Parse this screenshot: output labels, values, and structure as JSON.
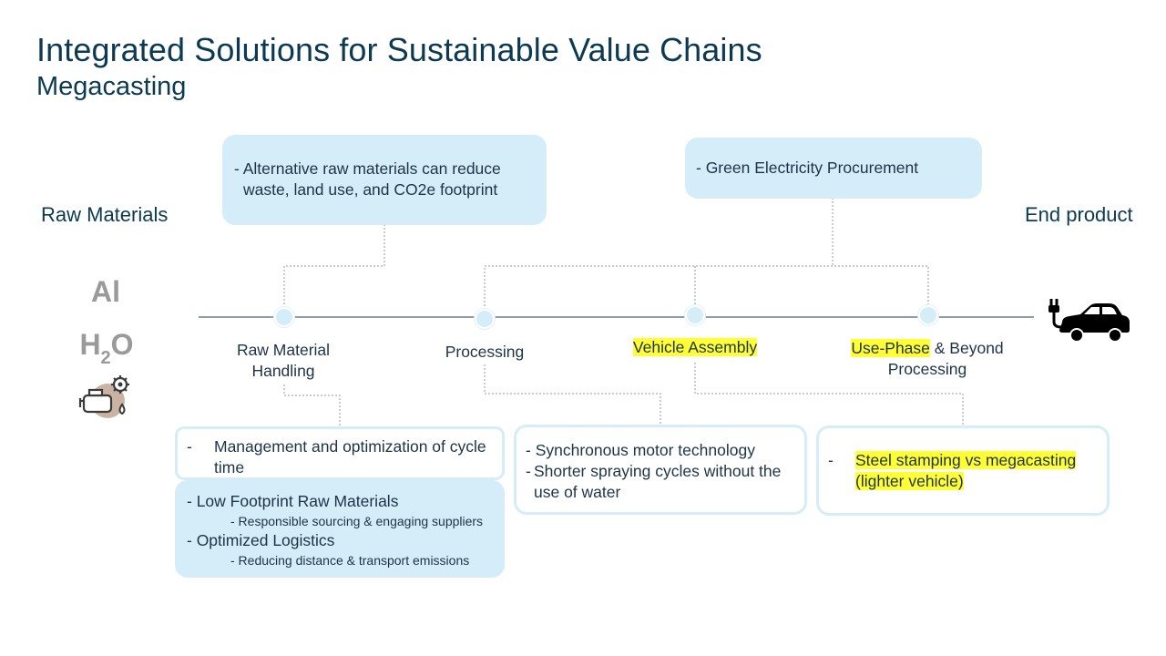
{
  "header": {
    "title": "Integrated Solutions for Sustainable Value Chains",
    "subtitle": "Megacasting"
  },
  "labels": {
    "left": "Raw Materials",
    "right": "End product"
  },
  "raw_materials": {
    "al": "Al",
    "h": "H",
    "two": "2",
    "o": "O"
  },
  "top_boxes": {
    "alt_raw": "- Alternative raw materials can reduce waste, land use, and CO2e footprint",
    "green_electricity": "- Green Electricity Procurement"
  },
  "stages": {
    "raw_material_handling": "Raw Material Handling",
    "processing": "Processing",
    "vehicle_assembly": "Vehicle Assembly",
    "use_phase_highlight": "Use-Phase",
    "use_phase_rest": " & Beyond Processing"
  },
  "bottom_boxes": {
    "cycle_time": {
      "dash": "-",
      "text": "Management and optimization of cycle time"
    },
    "low_footprint": {
      "item1": "- Low Footprint Raw Materials",
      "sub1": "- Responsible sourcing & engaging suppliers",
      "item2": "- Optimized Logistics",
      "sub2": "- Reducing distance & transport emissions"
    },
    "processing": {
      "item1": "- Synchronous motor technology",
      "item2_dash": "-",
      "item2": "Shorter spraying cycles without the use of water"
    },
    "megacasting": {
      "dash": "-",
      "text": "Steel stamping vs megacasting (lighter vehicle)"
    }
  },
  "colors": {
    "box_fill": "#d5edf8",
    "title": "#0b3a52",
    "highlight": "#ffff33",
    "line": "#4a6470"
  },
  "icons": [
    "aluminium-symbol",
    "water-symbol",
    "engine-gear-icon",
    "electric-car-icon"
  ]
}
